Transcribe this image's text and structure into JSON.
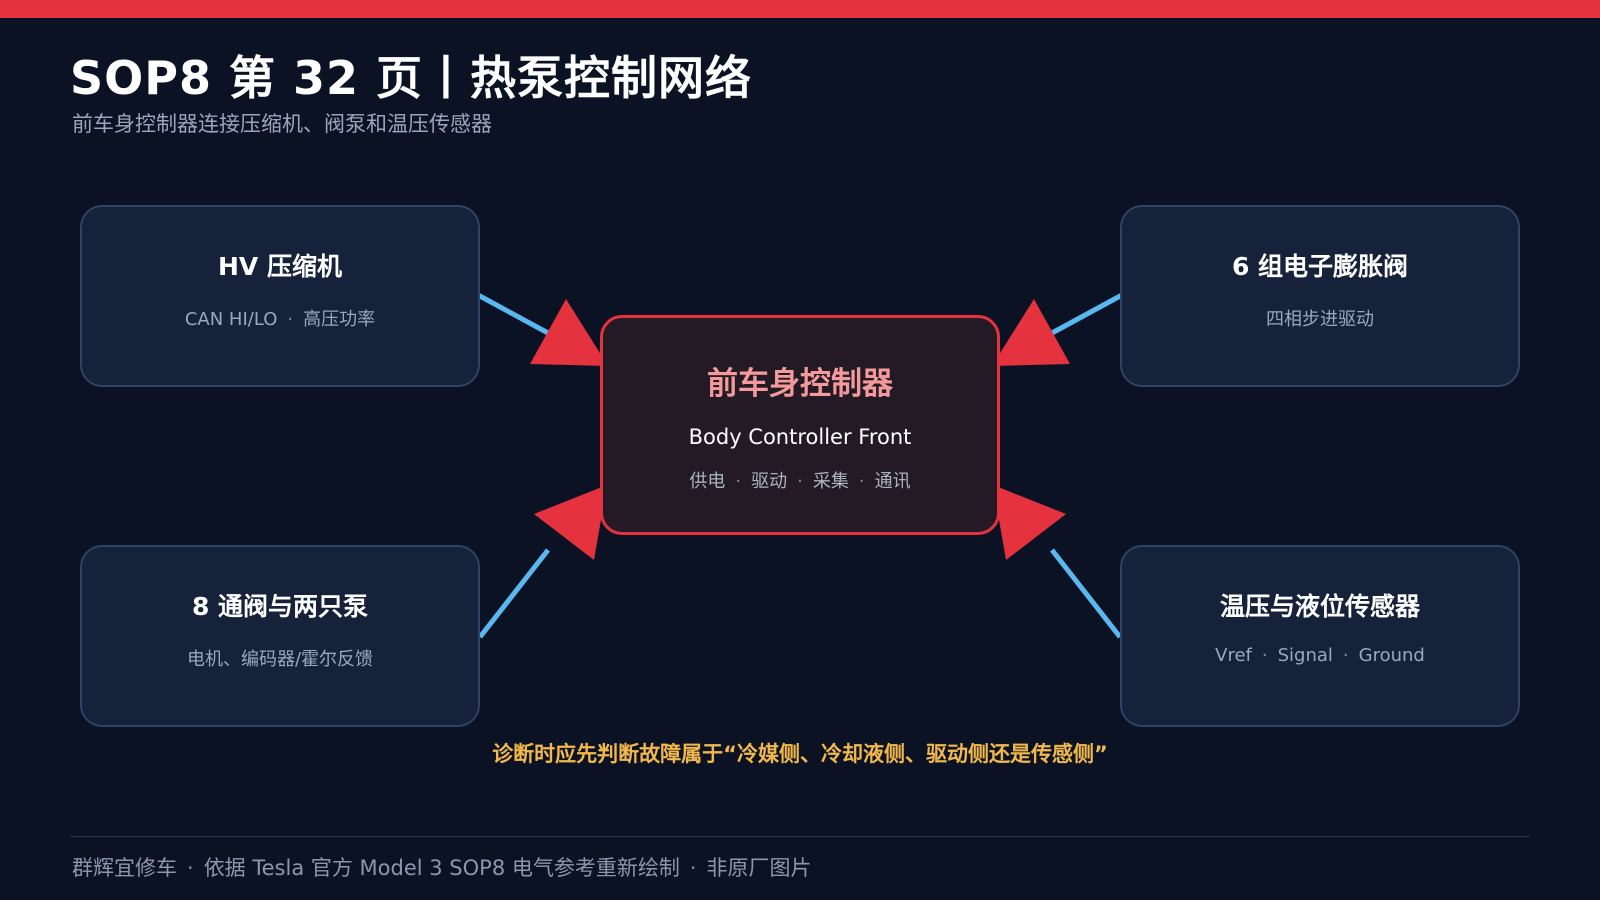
{
  "header": {
    "title": "SOP8 第 32 页丨热泵控制网络",
    "subtitle": "前车身控制器连接压缩机、阀泵和温压传感器"
  },
  "center_node": {
    "title": "前车身控制器",
    "subtitle_en": "Body Controller Front",
    "functions": [
      "供电",
      "驱动",
      "采集",
      "通讯"
    ]
  },
  "nodes": [
    {
      "title": "HV 压缩机",
      "details": [
        "CAN HI/LO",
        "高压功率"
      ]
    },
    {
      "title": "6 组电子膨胀阀",
      "details": [
        "四相步进驱动"
      ]
    },
    {
      "title": "8 通阀与两只泵",
      "details": [
        "电机、编码器/霍尔反馈"
      ]
    },
    {
      "title": "温压与液位传感器",
      "details": [
        "Vref",
        "Signal",
        "Ground"
      ]
    }
  ],
  "note": "诊断时应先判断故障属于“冷媒侧、冷却液侧、驱动侧还是传感侧”",
  "footer": {
    "items": [
      "群辉宜修车",
      "依据 Tesla 官方 Model 3 SOP8 电气参考重新绘制",
      "非原厂图片"
    ]
  },
  "colors": {
    "background": "#0b1224",
    "accent_red": "#e5323f",
    "connector_blue": "#5ab8f0",
    "note_amber": "#f2b84b",
    "node_fill": "#16223a",
    "center_fill": "#231a26"
  },
  "icons": {
    "separator": "·",
    "arrowhead": "arrowhead-icon"
  }
}
